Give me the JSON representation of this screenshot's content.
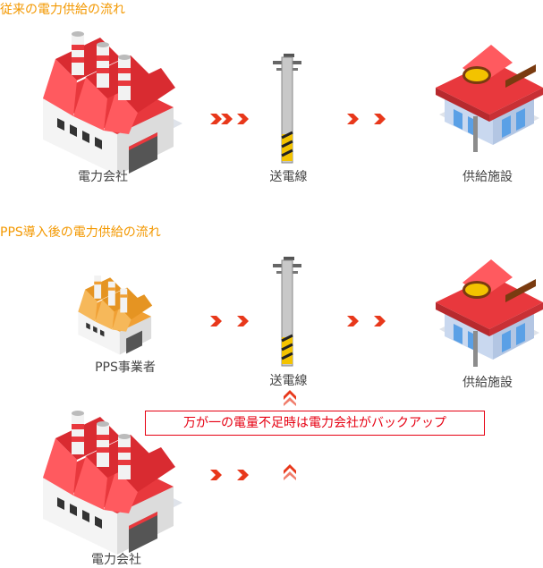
{
  "conventional": {
    "heading": "従来の電力供給の流れ",
    "source_label": "電力会社",
    "line_label": "送電線",
    "facility_label": "供給施設"
  },
  "pps": {
    "heading": "PPS導入後の電力供給の流れ",
    "source_label": "PPS事業者",
    "line_label": "送電線",
    "facility_label": "供給施設",
    "backup_source_label": "電力会社",
    "callout": "万が一の電量不足時は電力会社がバックアップ"
  },
  "colors": {
    "heading": "#f39800",
    "arrow": "#e8381b",
    "callout": "#e60012",
    "factory_roof_red": "#e8383d",
    "factory_roof_orange": "#f0a035"
  }
}
